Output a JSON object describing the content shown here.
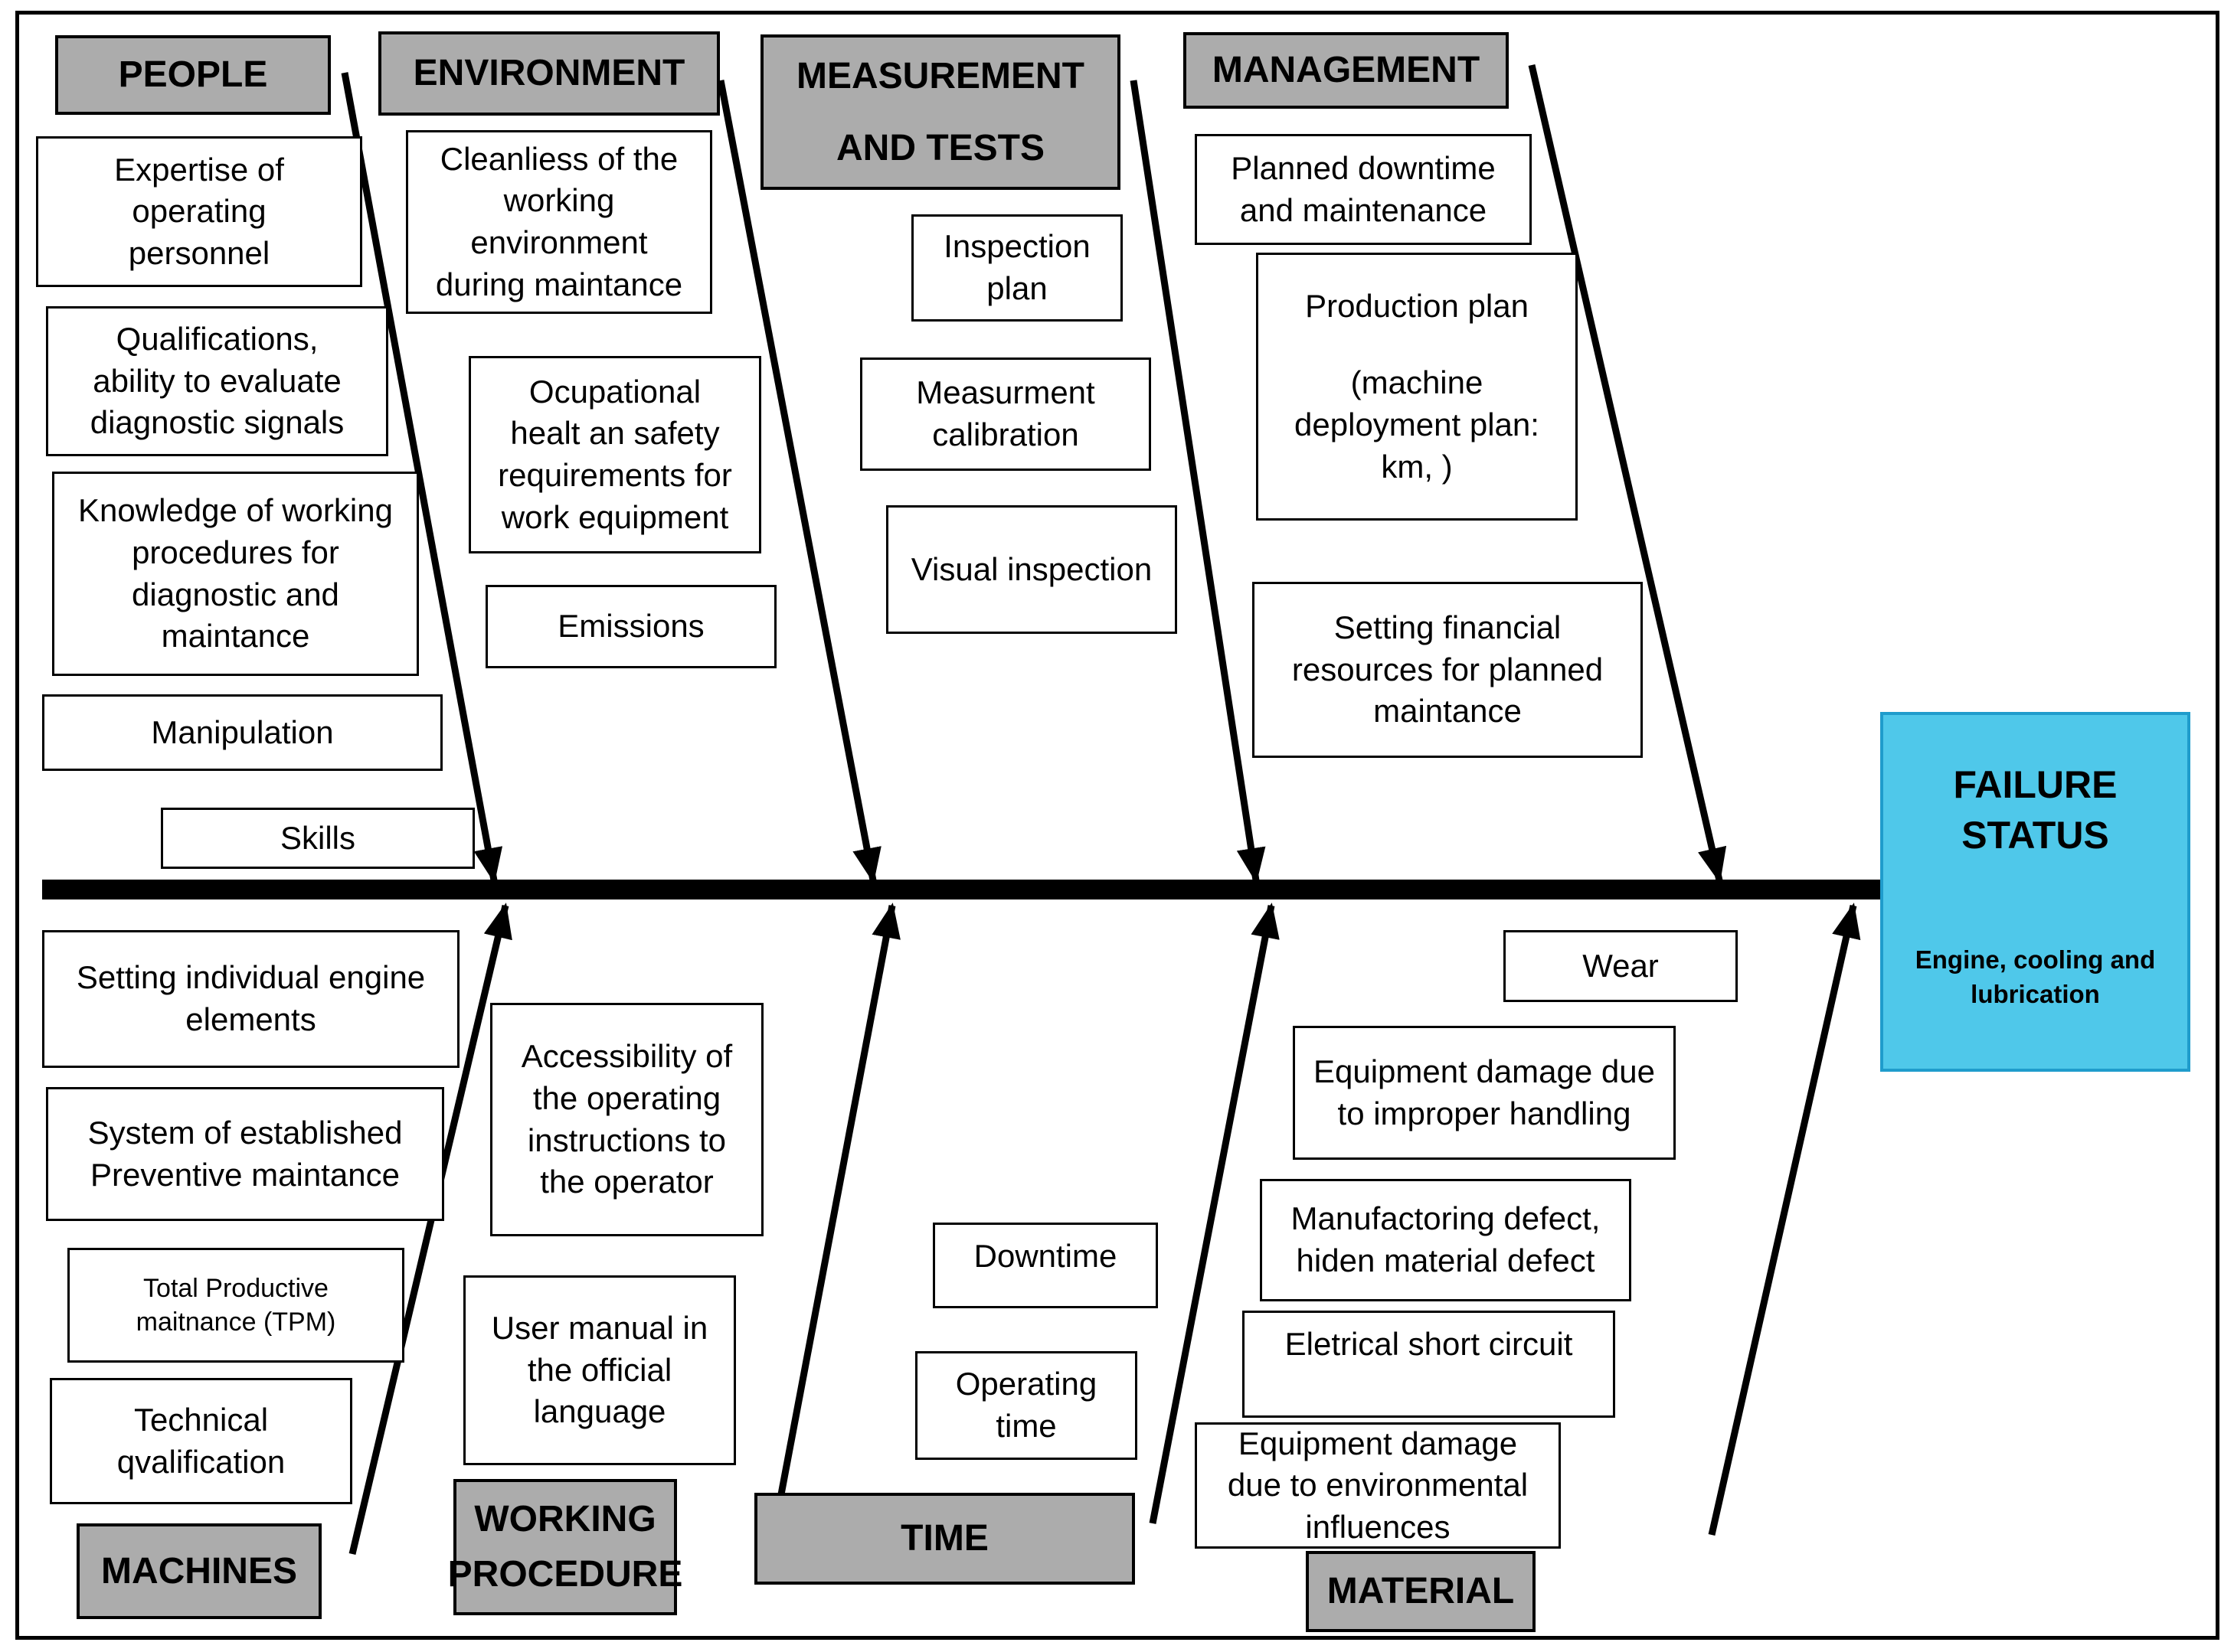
{
  "effect": {
    "title": "FAILURE\nSTATUS",
    "subtitle": "Engine, cooling and\nlubrication"
  },
  "colors": {
    "category_fill": "#acacac",
    "effect_fill": "#4fc8ea",
    "effect_border": "#1f9ccc",
    "line_color": "#000000",
    "cause_box_fill": "#ffffff"
  },
  "categories": [
    {
      "label": "PEOPLE",
      "position": "top",
      "causes": [
        {
          "text": "Expertise of\noperating\npersonnel"
        },
        {
          "text": "Qualifications,\nability to evaluate\ndiagnostic signals"
        },
        {
          "text": "Knowledge of working\nprocedures for\ndiagnostic and\nmaintance"
        },
        {
          "text": "Manipulation"
        },
        {
          "text": "Skills"
        }
      ]
    },
    {
      "label": "ENVIRONMENT",
      "position": "top",
      "causes": [
        {
          "text": "Cleanliess of the\nworking\nenvironment\nduring maintance"
        },
        {
          "text": "Ocupational\nhealt an safety\nrequirements for\nwork equipment"
        },
        {
          "text": "Emissions"
        }
      ]
    },
    {
      "label": "MEASUREMENT\nAND TESTS",
      "position": "top",
      "causes": [
        {
          "text": "Inspection\nplan"
        },
        {
          "text": "Measurment\ncalibration"
        },
        {
          "text": "Visual inspection"
        }
      ]
    },
    {
      "label": "MANAGEMENT",
      "position": "top",
      "causes": [
        {
          "text": "Planned downtime\nand maintenance"
        },
        {
          "text": "Production plan",
          "text2": "(machine\ndeployment plan:\nkm, )"
        },
        {
          "text": "Setting financial\nresources for planned\nmaintance"
        }
      ]
    },
    {
      "label": "MACHINES",
      "position": "bottom",
      "causes": [
        {
          "text": "Setting individual engine\nelements"
        },
        {
          "text": "System of established\nPreventive maintance"
        },
        {
          "text": "Total Productive\nmaitnance (TPM)"
        },
        {
          "text": "Technical\nqvalification"
        }
      ]
    },
    {
      "label": "WORKING\nPROCEDURE",
      "position": "bottom",
      "causes": [
        {
          "text": "Accessibility of\nthe operating\ninstructions to\nthe operator"
        },
        {
          "text": "User manual in\nthe official\nlanguage"
        }
      ]
    },
    {
      "label": "TIME",
      "position": "bottom",
      "causes": [
        {
          "text": "Downtime"
        },
        {
          "text": "Operating\ntime"
        }
      ]
    },
    {
      "label": "MATERIAL",
      "position": "bottom",
      "causes": [
        {
          "text": "Wear"
        },
        {
          "text": "Equipment damage due\nto improper handling"
        },
        {
          "text": "Manufactoring defect,\nhiden material defect"
        },
        {
          "text": "Eletrical short circuit"
        },
        {
          "text": "Equipment damage\ndue to environmental\ninfluences"
        }
      ]
    }
  ]
}
